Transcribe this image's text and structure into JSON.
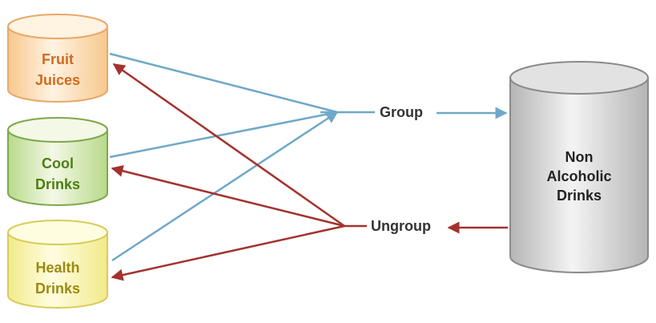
{
  "sources": [
    {
      "id": "fruit",
      "line1": "Fruit",
      "line2": "Juices",
      "text_color": "#d2691e",
      "body_light": "#fff3e2",
      "body_dark": "#f7c88e",
      "stroke": "#e8a86a"
    },
    {
      "id": "cool",
      "line1": "Cool",
      "line2": "Drinks",
      "text_color": "#4f7d12",
      "body_light": "#f3f9e6",
      "body_dark": "#b8d98a",
      "stroke": "#7ea84a"
    },
    {
      "id": "health",
      "line1": "Health",
      "line2": "Drinks",
      "text_color": "#9a8a14",
      "body_light": "#fffde0",
      "body_dark": "#f2ea8a",
      "stroke": "#d8cc5a"
    }
  ],
  "target": {
    "line1": "Non",
    "line2": "Alcoholic",
    "line3": "Drinks",
    "text_color": "#222222",
    "body_light": "#f4f4f4",
    "body_dark": "#b5b5b5",
    "stroke": "#8a8a8a"
  },
  "connectors": {
    "group_label": "Group",
    "ungroup_label": "Ungroup",
    "group_color": "#6fa8c8",
    "ungroup_color": "#a3322e"
  }
}
